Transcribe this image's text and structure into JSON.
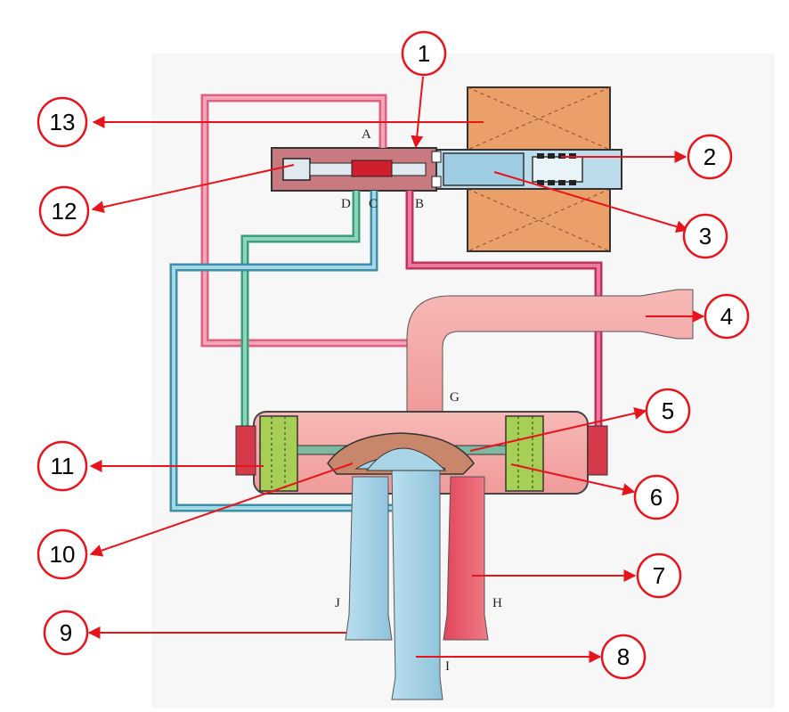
{
  "callouts": [
    {
      "id": "1",
      "label": "1"
    },
    {
      "id": "2",
      "label": "2"
    },
    {
      "id": "3",
      "label": "3"
    },
    {
      "id": "4",
      "label": "4"
    },
    {
      "id": "5",
      "label": "5"
    },
    {
      "id": "6",
      "label": "6"
    },
    {
      "id": "7",
      "label": "7"
    },
    {
      "id": "8",
      "label": "8"
    },
    {
      "id": "9",
      "label": "9"
    },
    {
      "id": "10",
      "label": "10"
    },
    {
      "id": "11",
      "label": "11"
    },
    {
      "id": "12",
      "label": "12"
    },
    {
      "id": "13",
      "label": "13"
    }
  ],
  "port_letters": {
    "A": "A",
    "B": "B",
    "C": "C",
    "D": "D",
    "G": "G",
    "H": "H",
    "I": "I",
    "J": "J"
  },
  "colors": {
    "callout_red": "#e8141c",
    "hot_pipe": "#f2a7a6",
    "hot_dark": "#e24a5a",
    "cold_pipe": "#a9d4e6",
    "green_pipe": "#7ac4a0",
    "solenoid": "#eba06a",
    "valve_body": "#c97a80"
  }
}
